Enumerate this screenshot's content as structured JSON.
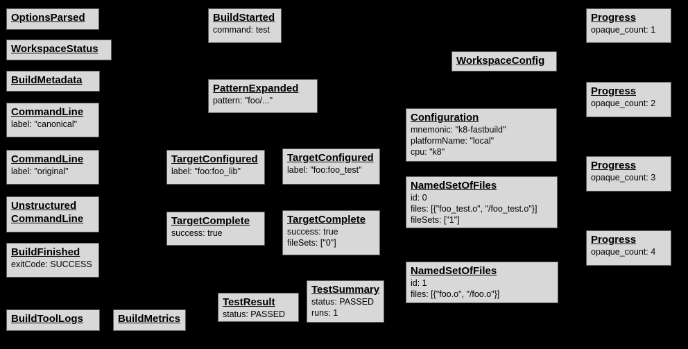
{
  "diagram": {
    "description": "Bazel Build Event Protocol event graph",
    "colors": {
      "background": "#000000",
      "node_fill": "#d8d8d8",
      "node_border": "#5f5f5f",
      "text": "#000000"
    },
    "nodes": {
      "options_parsed": {
        "title": "OptionsParsed"
      },
      "workspace_status": {
        "title": "WorkspaceStatus"
      },
      "build_metadata": {
        "title": "BuildMetadata"
      },
      "command_line_canonical": {
        "title": "CommandLine",
        "line1": "label: \"canonical\""
      },
      "command_line_original": {
        "title": "CommandLine",
        "line1": "label: \"original\""
      },
      "unstructured_command_line": {
        "title": "Unstructured\nCommandLine"
      },
      "build_finished": {
        "title": "BuildFinished",
        "line1": "exitCode: SUCCESS"
      },
      "build_tool_logs": {
        "title": "BuildToolLogs"
      },
      "build_metrics": {
        "title": "BuildMetrics"
      },
      "build_started": {
        "title": "BuildStarted",
        "line1": "command: test"
      },
      "pattern_expanded": {
        "title": "PatternExpanded",
        "line1": "pattern: \"foo/...\""
      },
      "target_configured_lib": {
        "title": "TargetConfigured",
        "line1": "label: \"foo:foo_lib\""
      },
      "target_configured_test": {
        "title": "TargetConfigured",
        "line1": "label: \"foo:foo_test\""
      },
      "target_complete_lib": {
        "title": "TargetComplete",
        "line1": "success: true"
      },
      "target_complete_test": {
        "title": "TargetComplete",
        "line1": "success: true",
        "line2": "fileSets: [\"0\"]"
      },
      "test_result": {
        "title": "TestResult",
        "line1": "status: PASSED"
      },
      "test_summary": {
        "title": "TestSummary",
        "line1": "status: PASSED",
        "line2": "runs: 1"
      },
      "workspace_config": {
        "title": "WorkspaceConfig"
      },
      "configuration": {
        "title": "Configuration",
        "line1": "mnemonic: \"k8-fastbuild\"",
        "line2": "platformName: \"local\"",
        "line3": "cpu: \"k8\""
      },
      "named_set_of_files_0": {
        "title": "NamedSetOfFiles",
        "line1": "id: 0",
        "line2": "files: [{\"foo_test.o\", \"/foo_test.o\"}]",
        "line3": "fileSets: [\"1\"]"
      },
      "named_set_of_files_1": {
        "title": "NamedSetOfFiles",
        "line1": "id: 1",
        "line2": "files: [{\"foo.o\", \"/foo.o\"}]"
      },
      "progress_1": {
        "title": "Progress",
        "line1": "opaque_count: 1"
      },
      "progress_2": {
        "title": "Progress",
        "line1": "opaque_count: 2"
      },
      "progress_3": {
        "title": "Progress",
        "line1": "opaque_count: 3"
      },
      "progress_4": {
        "title": "Progress",
        "line1": "opaque_count: 4"
      }
    }
  }
}
